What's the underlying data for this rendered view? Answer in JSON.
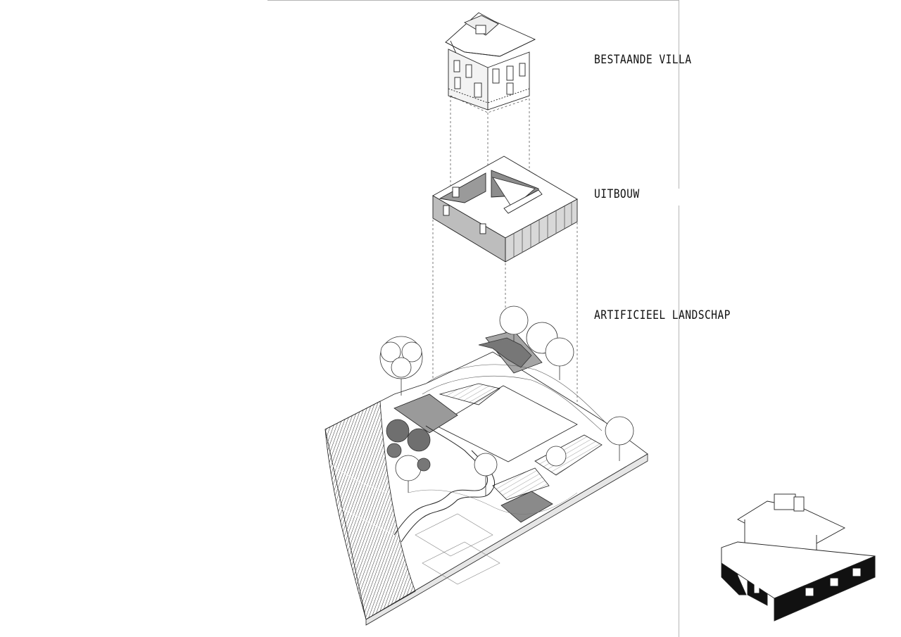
{
  "diagram": {
    "labels": {
      "villa": "BESTAANDE VILLA",
      "extension": "UITBOUW",
      "landscape": "ARTIFICIEEL LANDSCHAP"
    },
    "colors": {
      "line": "#222222",
      "fill_dark": "#111111",
      "fill_gray": "#8a8a8a",
      "fill_light": "#cfcfcf",
      "frame": "#b5b5b5"
    }
  }
}
